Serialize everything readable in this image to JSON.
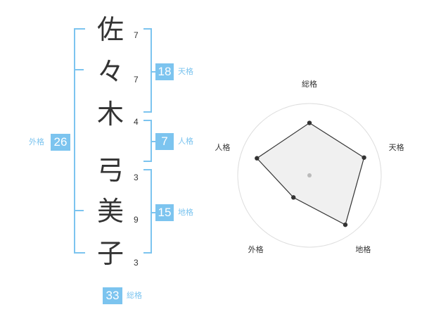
{
  "colors": {
    "accent": "#7cc4ef",
    "badge_bg": "#7cc4ef",
    "text": "#333333",
    "radar_grid": "#dddddd",
    "radar_fill": "#eeeeee",
    "radar_line": "#333333"
  },
  "name": {
    "characters": [
      {
        "char": "佐",
        "strokes": "7"
      },
      {
        "char": "々",
        "strokes": "7"
      },
      {
        "char": "木",
        "strokes": "4"
      },
      {
        "char": "弓",
        "strokes": "3"
      },
      {
        "char": "美",
        "strokes": "9"
      },
      {
        "char": "子",
        "strokes": "3"
      }
    ]
  },
  "fortune": {
    "tenkaku": {
      "value": "18",
      "label": "天格"
    },
    "jinkaku": {
      "value": "7",
      "label": "人格"
    },
    "chikaku": {
      "value": "15",
      "label": "地格"
    },
    "gaikaku": {
      "value": "26",
      "label": "外格"
    },
    "soukaku": {
      "value": "33",
      "label": "総格"
    }
  },
  "chart_data": {
    "type": "radar",
    "axes": [
      "総格",
      "天格",
      "地格",
      "外格",
      "人格"
    ],
    "values": [
      0.73,
      0.8,
      0.85,
      0.38,
      0.77
    ],
    "max": 1,
    "rings": 4
  }
}
